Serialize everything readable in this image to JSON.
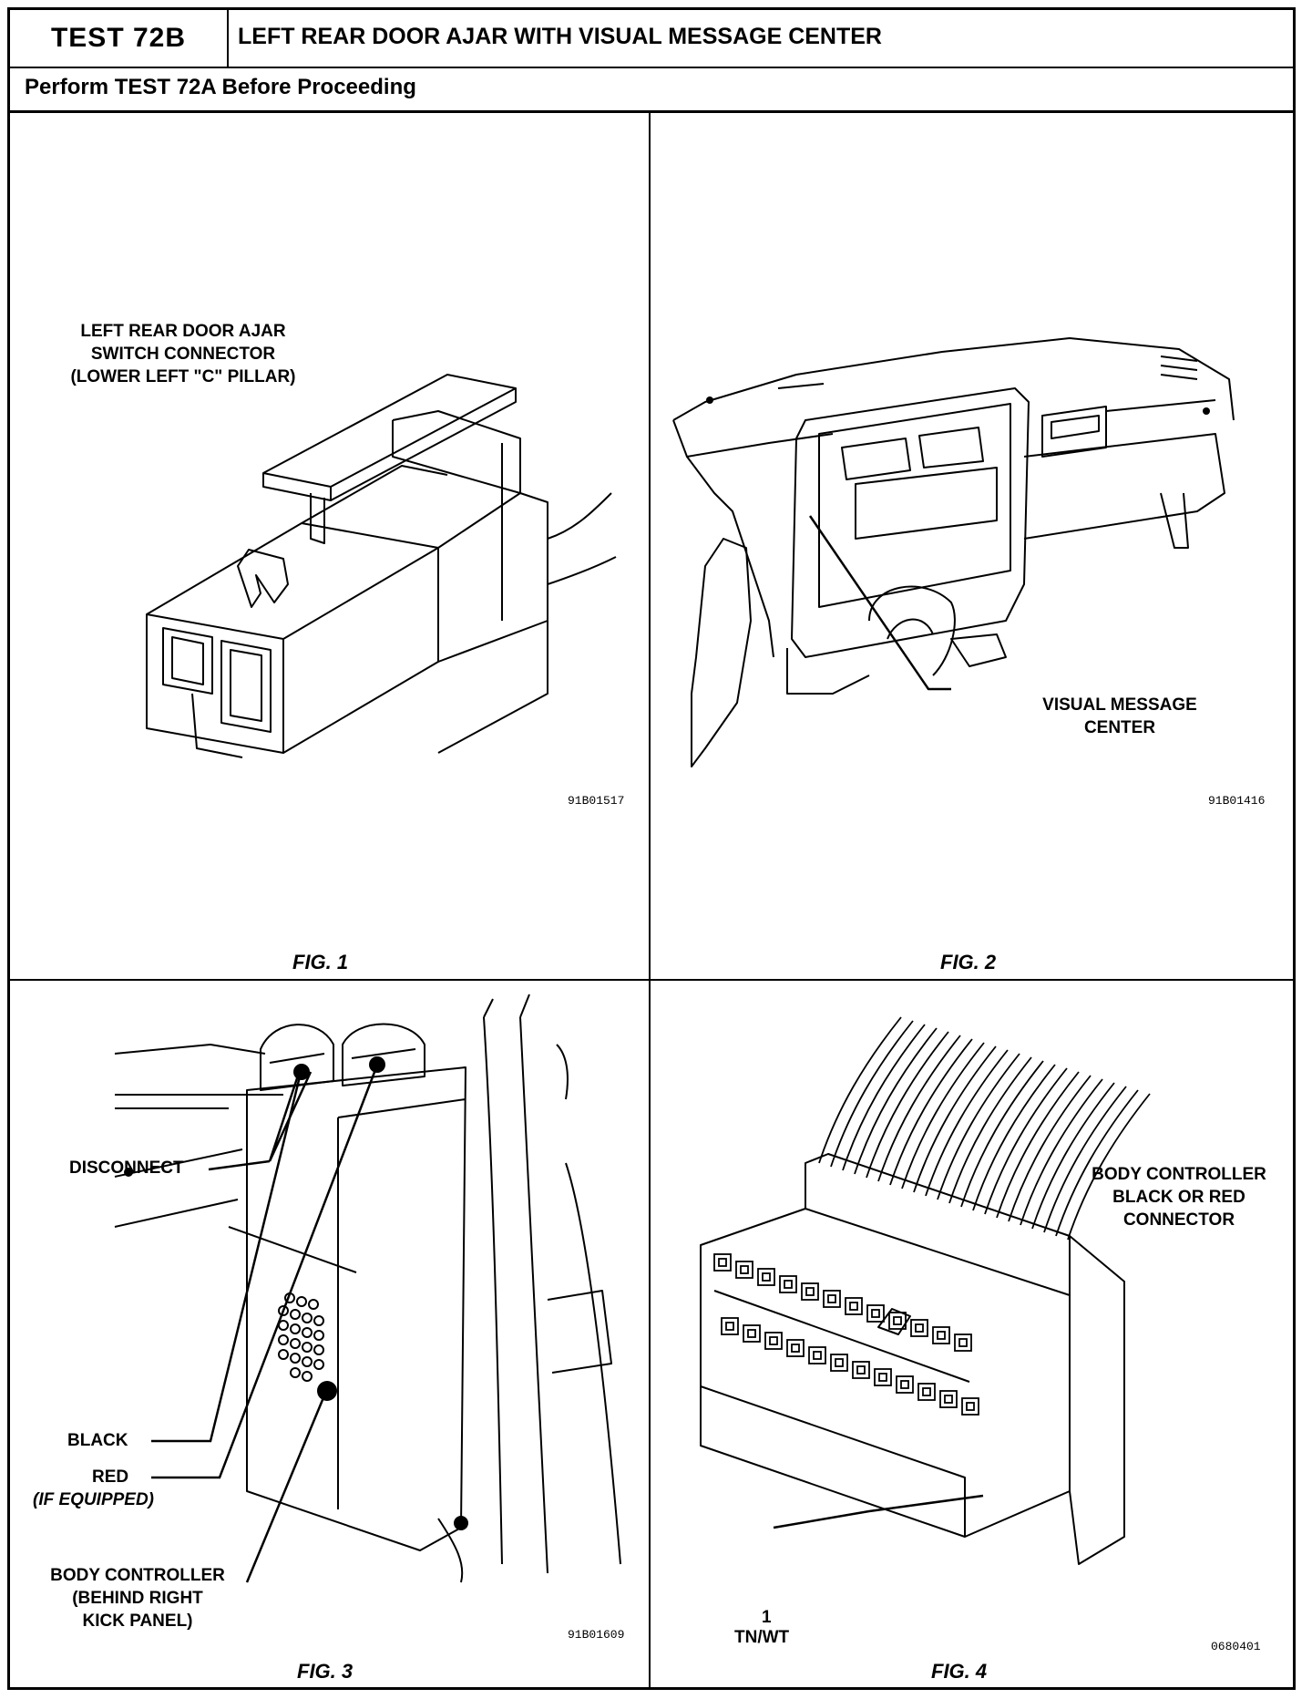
{
  "header": {
    "test_id": "TEST 72B",
    "title": "LEFT REAR DOOR AJAR WITH VISUAL MESSAGE CENTER",
    "subtitle": "Perform TEST 72A Before Proceeding"
  },
  "fig1": {
    "label_line1": "LEFT REAR DOOR AJAR",
    "label_line2": "SWITCH CONNECTOR",
    "label_line3": "(LOWER LEFT \"C\" PILLAR)",
    "code": "91B01517",
    "caption": "FIG. 1"
  },
  "fig2": {
    "label_line1": "VISUAL MESSAGE",
    "label_line2": "CENTER",
    "code": "91B01416",
    "caption": "FIG. 2"
  },
  "fig3": {
    "disconnect": "DISCONNECT",
    "black": "BLACK",
    "red": "RED",
    "if_equipped": "(IF EQUIPPED)",
    "bc_line1": "BODY CONTROLLER",
    "bc_line2": "(BEHIND RIGHT",
    "bc_line3": "KICK PANEL)",
    "code": "91B01609",
    "caption": "FIG. 3"
  },
  "fig4": {
    "label_line1": "BODY CONTROLLER",
    "label_line2": "BLACK OR RED",
    "label_line3": "CONNECTOR",
    "pin_number": "1",
    "pin_color": "TN/WT",
    "code": "0680401",
    "caption": "FIG. 4"
  }
}
